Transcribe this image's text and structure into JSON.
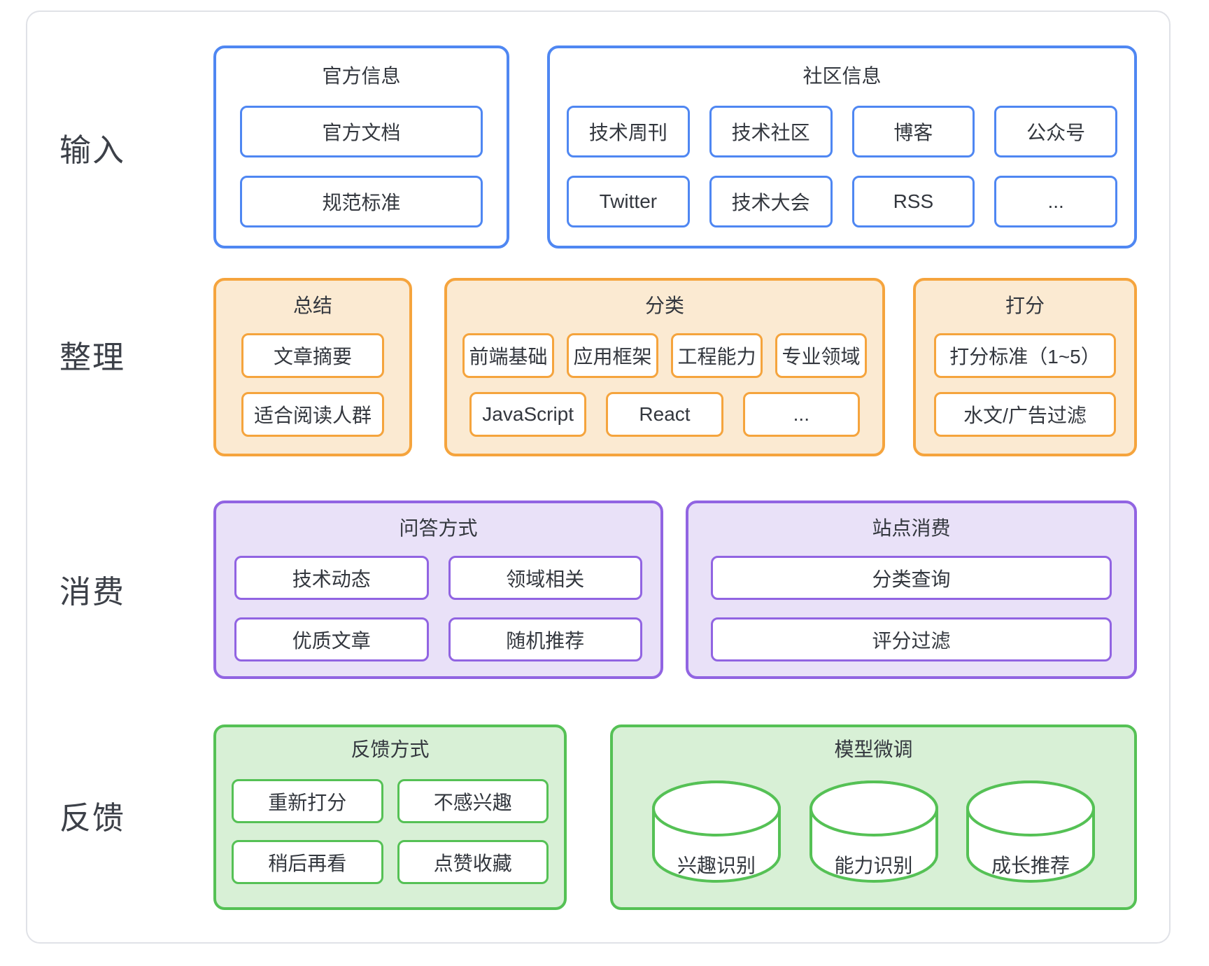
{
  "row_labels": {
    "input": "输入",
    "organize": "整理",
    "consume": "消费",
    "feedback": "反馈"
  },
  "official": {
    "title": "官方信息",
    "items": [
      "官方文档",
      "规范标准"
    ]
  },
  "community": {
    "title": "社区信息",
    "row1": [
      "技术周刊",
      "技术社区",
      "博客",
      "公众号"
    ],
    "row2": [
      "Twitter",
      "技术大会",
      "RSS",
      "..."
    ]
  },
  "summary": {
    "title": "总结",
    "items": [
      "文章摘要",
      "适合阅读人群"
    ]
  },
  "classify": {
    "title": "分类",
    "row1": [
      "前端基础",
      "应用框架",
      "工程能力",
      "专业领域"
    ],
    "row2": [
      "JavaScript",
      "React",
      "..."
    ]
  },
  "scoring": {
    "title": "打分",
    "items": [
      "打分标准（1~5）",
      "水文/广告过滤"
    ]
  },
  "qa": {
    "title": "问答方式",
    "row1": [
      "技术动态",
      "领域相关"
    ],
    "row2": [
      "优质文章",
      "随机推荐"
    ]
  },
  "site": {
    "title": "站点消费",
    "items": [
      "分类查询",
      "评分过滤"
    ]
  },
  "feedback_methods": {
    "title": "反馈方式",
    "row1": [
      "重新打分",
      "不感兴趣"
    ],
    "row2": [
      "稍后再看",
      "点赞收藏"
    ]
  },
  "finetune": {
    "title": "模型微调",
    "items": [
      "兴趣识别",
      "能力识别",
      "成长推荐"
    ]
  },
  "colors": {
    "blue": "#4f87f2",
    "orange": "#f5a43d",
    "orange_fill": "#fbead2",
    "purple": "#9164e2",
    "purple_fill": "#e9e1f8",
    "green": "#55c155",
    "green_fill": "#d8f0d6",
    "card_border": "#e0e2e7",
    "text": "#33373e"
  }
}
